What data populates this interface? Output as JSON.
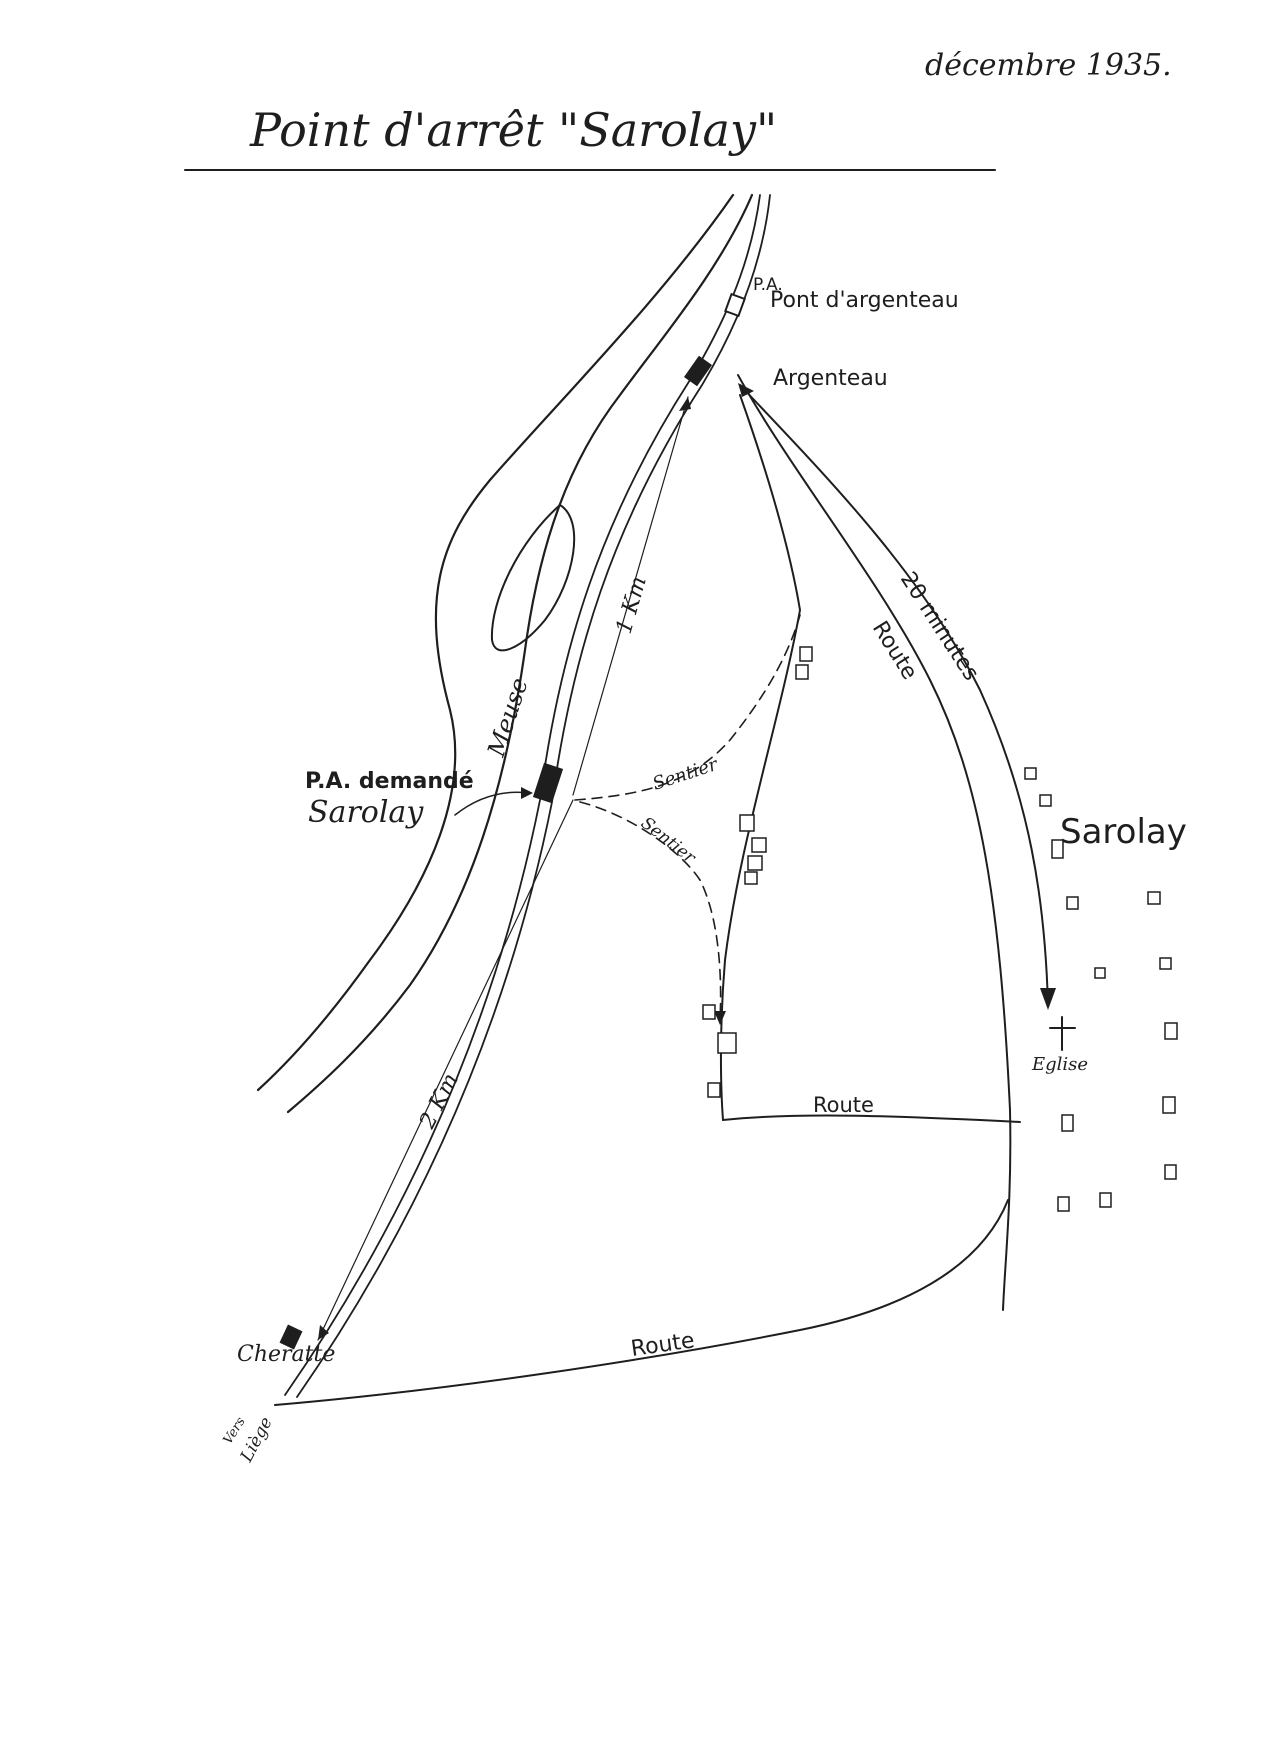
{
  "header": {
    "date": "décembre 1935.",
    "title": "Point d'arrêt \"Sarolay\""
  },
  "labels": {
    "pa_pont": "P.A.",
    "pont_argenteau": "Pont d'argenteau",
    "argenteau": "Argenteau",
    "distance_1km": "1 Km",
    "distance_2km": "2 Km",
    "minutes_20": "20 minutes",
    "meuse": "Meuse",
    "pa_demande": "P.A. demandé",
    "pa_demande_name": "Sarolay",
    "sentier_1": "Sentier",
    "sentier_2": "Sentier",
    "route_1": "Route",
    "route_2": "Route",
    "route_3": "Route",
    "village": "Sarolay",
    "eglise": "Eglise",
    "cheratte": "Cheratte",
    "vers": "Vers",
    "liege": "Liège"
  },
  "colors": {
    "ink": "#1e1e1e",
    "paper": "#ffffff"
  }
}
